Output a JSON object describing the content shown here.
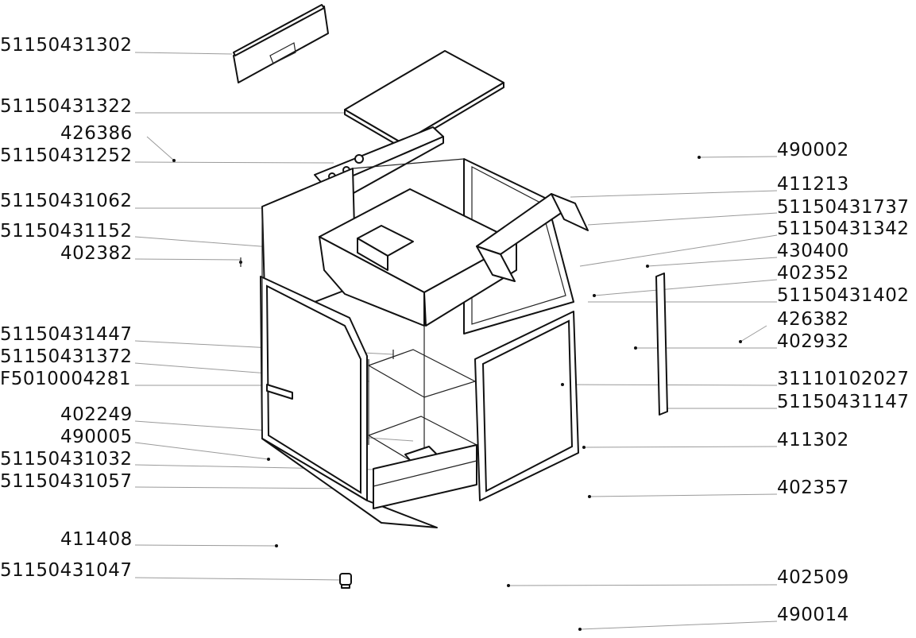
{
  "labels_left": [
    "51150431302",
    "51150431322",
    "426386",
    "51150431252",
    "51150431062",
    "51150431152",
    "402382",
    "51150431447",
    "51150431372",
    "F5010004281",
    "402249",
    "490005",
    "51150431032",
    "51150431057",
    "411408",
    "51150431047"
  ],
  "labels_right": [
    "490002",
    "411213",
    "51150431737",
    "51150431342",
    "430400",
    "402352",
    "51150431402",
    "426382",
    "402932",
    "31110102027",
    "51150431147",
    "411302",
    "402357",
    "402509",
    "490014"
  ]
}
